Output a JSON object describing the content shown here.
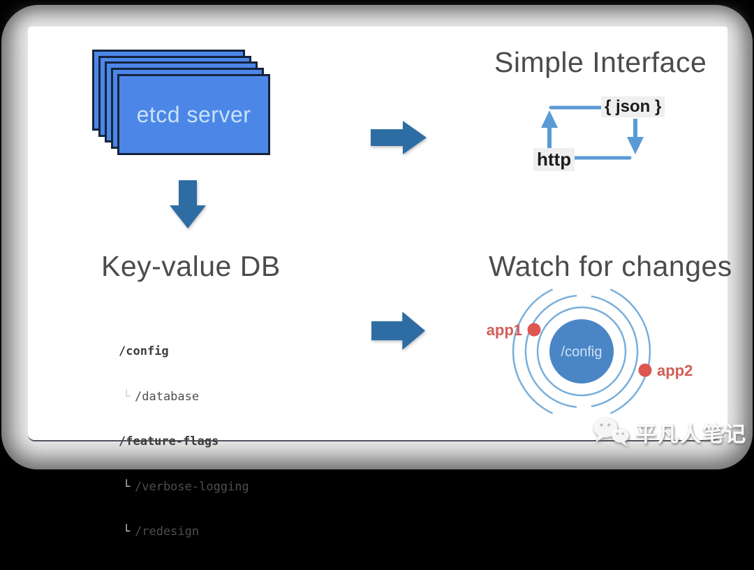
{
  "etcd": {
    "label": "etcd server"
  },
  "interface": {
    "title": "Simple Interface",
    "json_label": "{ json }",
    "http_label": "http"
  },
  "keyvalue": {
    "title": "Key-value DB",
    "tree": [
      {
        "text": "/config",
        "connector": ""
      },
      {
        "text": "/database",
        "connector": "└"
      },
      {
        "text": "/feature-flags",
        "connector": ""
      },
      {
        "text": "/verbose-logging",
        "connector": "└"
      },
      {
        "text": "/redesign",
        "connector": "└"
      }
    ]
  },
  "watch": {
    "title": "Watch for changes",
    "center_label": "/config",
    "watchers": [
      {
        "label": "app1"
      },
      {
        "label": "app2"
      }
    ]
  },
  "watermark": {
    "text": "平凡人笔记"
  },
  "colors": {
    "etcd_blue": "#4c87e8",
    "block_arrow_blue": "#2e6da4",
    "cycle_line_blue": "#5b9bd5",
    "ring_blue": "#79aeda",
    "center_circle_blue": "#4a85c6",
    "watcher_red": "#dd564f",
    "title_gray": "#4b4b4b"
  }
}
